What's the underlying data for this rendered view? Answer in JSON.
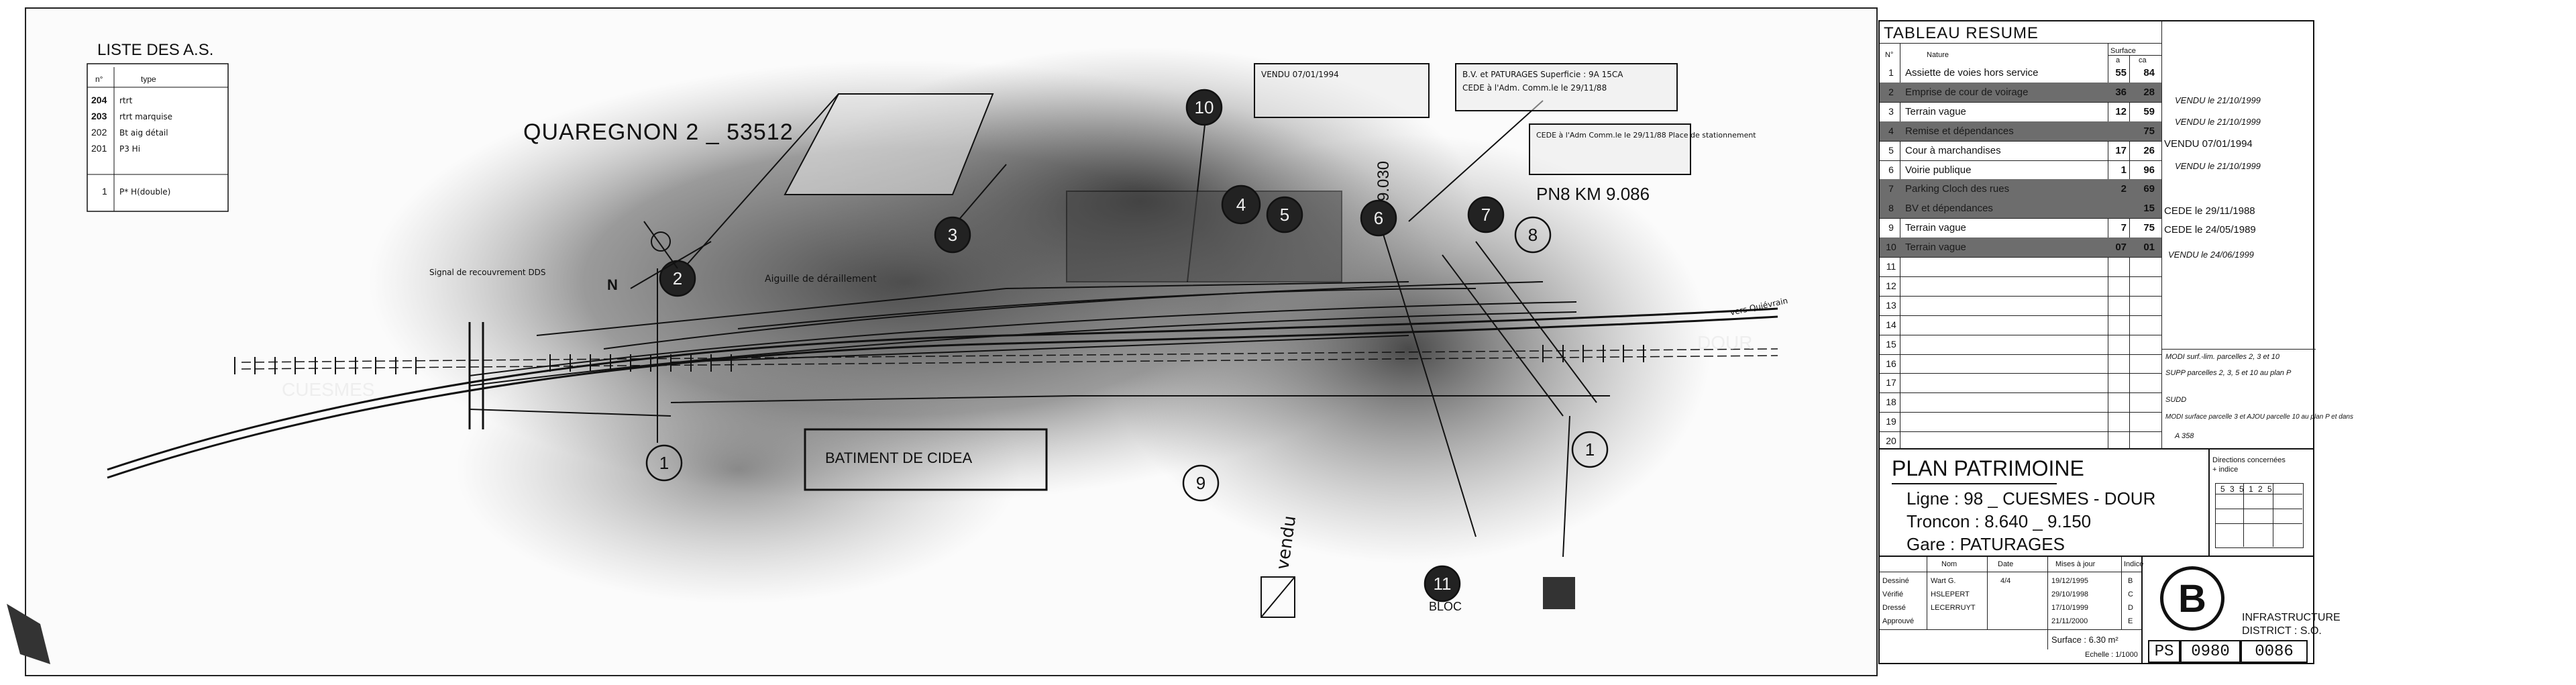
{
  "legend_list": {
    "title": "LISTE DES A.S.",
    "col_no": "n°",
    "col_type": "type",
    "items": [
      {
        "no": "204",
        "type": "rtrt"
      },
      {
        "no": "203",
        "type": "rtrt marquise"
      },
      {
        "no": "202",
        "type": "Bt aig détail"
      },
      {
        "no": "201",
        "type": "P3 Hi"
      },
      {
        "no": "1",
        "type": "P* H(double)"
      }
    ]
  },
  "map_labels": {
    "quaregnon": "QUAREGNON 2 _ 53512",
    "cuesmes": "CUESMES",
    "dour": "DOUR",
    "pn8": "PN8 KM 9.086",
    "km": "9.030",
    "batiment": "BATIMENT DE CIDEA",
    "aiguille": "Aiguille de déraillement",
    "vendu_label": "vendu",
    "bloc_label": "BLOC",
    "vers_quievrain": "vers Quiévrain",
    "north": "N",
    "signal": "Signal de recouvrement DDS",
    "callout_texts": [
      "VENDU 07/01/1994",
      "B.V. et PATURAGES Superficie : 9A 15CA",
      "CEDE à l'Adm. Comm.le le 29/11/88",
      "CEDE à l'Adm Comm.le le 29/11/88 Place de stationnement"
    ],
    "circle_numbers": [
      "1",
      "2",
      "3",
      "4",
      "5",
      "6",
      "7",
      "8",
      "9",
      "10",
      "11",
      "1"
    ]
  },
  "summary": {
    "title": "TABLEAU RESUME",
    "col_no": "N°",
    "col_nature": "Nature",
    "col_surface": "Surface",
    "col_unit_a": "a",
    "col_unit_ca": "ca",
    "rows": [
      {
        "no": "1",
        "nature": "Assiette de voies hors service",
        "a": "55",
        "ca": "84"
      },
      {
        "no": "2",
        "nature": "Emprise de cour de voirage",
        "a": "36",
        "ca": "28"
      },
      {
        "no": "3",
        "nature": "Terrain vague",
        "a": "12",
        "ca": "59"
      },
      {
        "no": "4",
        "nature": "Remise et dépendances",
        "a": "",
        "ca": "75"
      },
      {
        "no": "5",
        "nature": "Cour à marchandises",
        "a": "17",
        "ca": "26"
      },
      {
        "no": "6",
        "nature": "Voirie publique",
        "a": "1",
        "ca": "96"
      },
      {
        "no": "7",
        "nature": "Parking Cloch des rues",
        "a": "2",
        "ca": "69"
      },
      {
        "no": "8",
        "nature": "BV et dépendances",
        "a": "",
        "ca": "15"
      },
      {
        "no": "9",
        "nature": "Terrain vague",
        "a": "7",
        "ca": "75"
      },
      {
        "no": "10",
        "nature": "Terrain vague",
        "a": "07",
        "ca": "01"
      },
      {
        "no": "11",
        "nature": "",
        "a": "",
        "ca": ""
      },
      {
        "no": "12",
        "nature": "",
        "a": "",
        "ca": ""
      },
      {
        "no": "13",
        "nature": "",
        "a": "",
        "ca": ""
      },
      {
        "no": "14",
        "nature": "",
        "a": "",
        "ca": ""
      },
      {
        "no": "15",
        "nature": "",
        "a": "",
        "ca": ""
      },
      {
        "no": "16",
        "nature": "",
        "a": "",
        "ca": ""
      },
      {
        "no": "17",
        "nature": "",
        "a": "",
        "ca": ""
      },
      {
        "no": "18",
        "nature": "",
        "a": "",
        "ca": ""
      },
      {
        "no": "19",
        "nature": "",
        "a": "",
        "ca": ""
      },
      {
        "no": "20",
        "nature": "",
        "a": "",
        "ca": ""
      }
    ],
    "notes": [
      "VENDU le 21/10/1999",
      "VENDU le 21/10/1999",
      "VENDU 07/01/1994",
      "VENDU le 21/10/1999",
      "CEDE le 29/11/1988",
      "CEDE le 24/05/1989",
      "VENDU le 24/06/1999"
    ],
    "mods": [
      "MODI surf.-lim. parcelles 2, 3 et 10",
      "SUPP parcelles 2, 3, 5 et 10 au plan P",
      "SUDD",
      "MODI surface parcelle 3 et AJOU parcelle 10 au plan P et dans",
      "A 358"
    ]
  },
  "title_block": {
    "heading": "PLAN PATRIMOINE",
    "ligne": "Ligne : 98 _ CUESMES - DOUR",
    "troncon": "Troncon : 8.640 _ 9.150",
    "gare": "Gare : PATURAGES",
    "dims_label": "Directions concernées",
    "dims_sub": "+ indice",
    "dims_codes": "5 3 5 1 2 5"
  },
  "sign_block": {
    "col_nom": "Nom",
    "col_date": "Date",
    "col_mises": "Mises à jour",
    "col_indice": "Indice",
    "rows": [
      {
        "role": "Dessiné",
        "nom": "Wart G.",
        "date": "4/4",
        "maj": "19/12/1995",
        "idx": "B"
      },
      {
        "role": "Vérifié",
        "nom": "HSLEPERT",
        "date": "",
        "maj": "29/10/1998",
        "idx": "C"
      },
      {
        "role": "Dressé",
        "nom": "LECERRUYT",
        "date": "",
        "maj": "17/10/1999",
        "idx": "D"
      },
      {
        "role": "Approuvé",
        "nom": "",
        "date": "",
        "maj": "21/11/2000",
        "idx": "E"
      }
    ],
    "surface": "Surface : 6.30 m²",
    "echelle": "Echelle : 1/1000",
    "org1": "INFRASTRUCTURE",
    "org2": "DISTRICT : S.O.",
    "doc_prefix": "PS",
    "doc_number": "0980",
    "doc_suffix": "0086",
    "logo_letter": "B"
  }
}
